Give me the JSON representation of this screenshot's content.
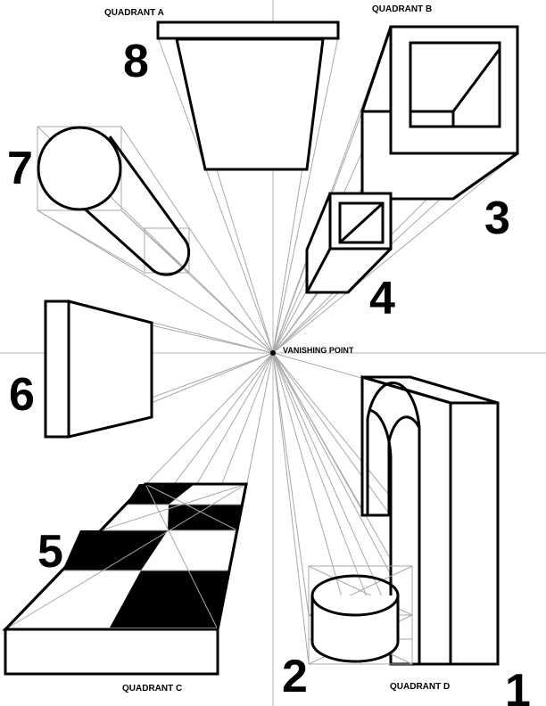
{
  "quadrants": {
    "a": "QUADRANT A",
    "b": "QUADRANT B",
    "c": "QUADRANT C",
    "d": "QUADRANT D"
  },
  "vanishing_point_label": "VANISHING POINT",
  "shapes": [
    {
      "number": "1",
      "shape": "arch"
    },
    {
      "number": "2",
      "shape": "cylinder"
    },
    {
      "number": "3",
      "shape": "hollow box"
    },
    {
      "number": "4",
      "shape": "small box"
    },
    {
      "number": "5",
      "shape": "checkerboard slab"
    },
    {
      "number": "6",
      "shape": "panel"
    },
    {
      "number": "7",
      "shape": "circle tube"
    },
    {
      "number": "8",
      "shape": "trapezoid top"
    }
  ]
}
